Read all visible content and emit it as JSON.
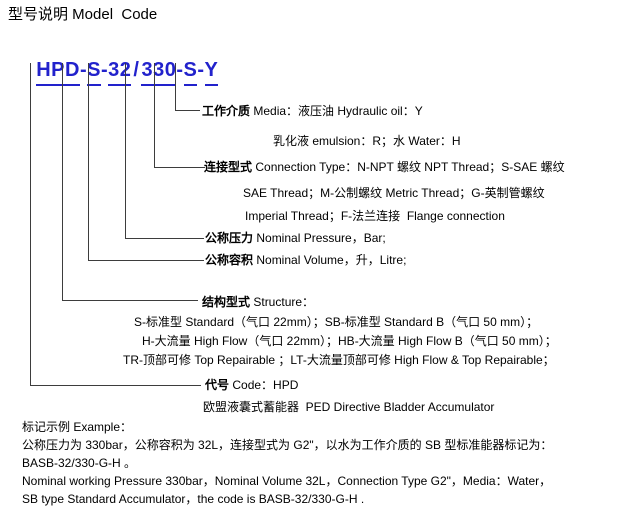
{
  "title": "型号说明 Model  Code",
  "model_code": {
    "full": "HPD-S-32 / 330-S-Y",
    "color": "#2222cc",
    "segments": [
      "HPD",
      "-",
      "S",
      "-",
      "32",
      "/",
      "330",
      "-",
      "S",
      "-",
      "Y"
    ]
  },
  "diagram": {
    "media": {
      "label": "工作介质",
      "desc": " Media：液压油 Hydraulic oil：Y",
      "line2": "乳化液 emulsion：R；水 Water：H"
    },
    "connection": {
      "label": "连接型式",
      "desc": " Connection Type：N-NPT 螺纹 NPT Thread；S-SAE 螺纹",
      "line2": "SAE Thread；M-公制螺纹 Metric Thread；G-英制管螺纹",
      "line3": "Imperial Thread；F-法兰连接  Flange connection"
    },
    "pressure": {
      "label": "公称压力",
      "desc": " Nominal Pressure，Bar;"
    },
    "volume": {
      "label": "公称容积",
      "desc": " Nominal Volume，升，Litre;"
    },
    "structure": {
      "label": "结构型式",
      "desc": " Structure：",
      "line2": "S-标准型 Standard（气口 22mm）；SB-标准型 Standard B（气口 50 mm）；",
      "line3": "H-大流量 High Flow（气口 22mm）；HB-大流量 High Flow B（气口 50 mm）；",
      "line4": "TR-顶部可修 Top Repairable ；LT-大流量顶部可修 High Flow & Top Repairable；"
    },
    "code": {
      "label": "代号",
      "desc": " Code：HPD",
      "line2": "欧盟液囊式蓄能器  PED Directive Bladder Accumulator"
    }
  },
  "example": {
    "heading": "标记示例 Example：",
    "lines": [
      "公称压力为 330bar，公称容积为 32L，连接型式为 G2\"，以水为工作介质的 SB 型标准能器标记为：",
      "BASB-32/330-G-H 。",
      "Nominal working Pressure 330bar，Nominal Volume 32L，Connection Type G2\"，Media：Water，",
      "SB type Standard Accumulator，the code is BASB-32/330-G-H ."
    ]
  }
}
